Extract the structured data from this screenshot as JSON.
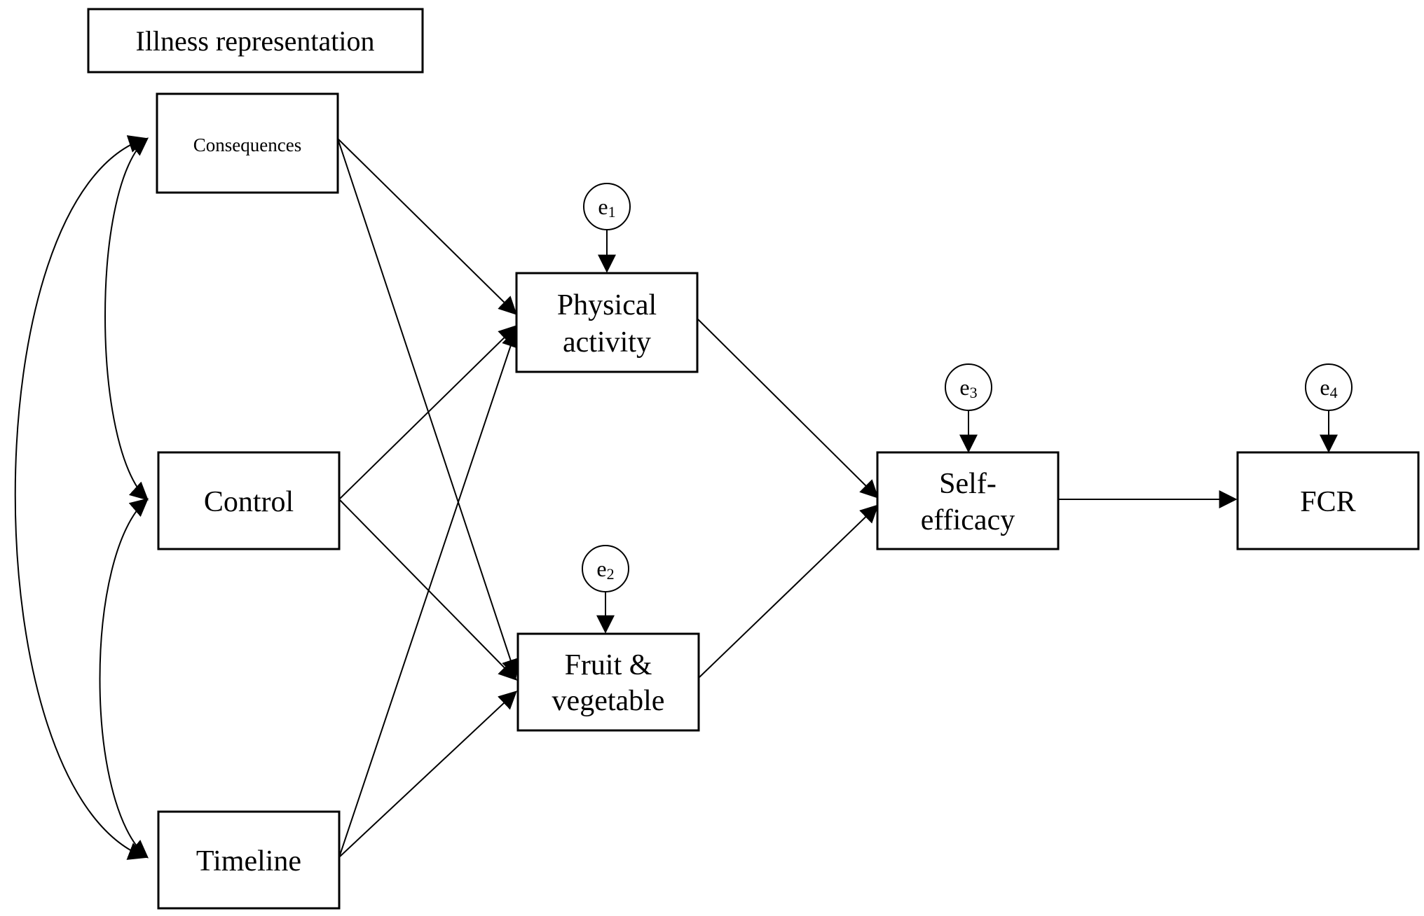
{
  "header": {
    "title": "Illness representation"
  },
  "nodes": {
    "consequences": {
      "label": "Consequences"
    },
    "control": {
      "label": "Control"
    },
    "timeline": {
      "label": "Timeline"
    },
    "physical_activity": {
      "line1": "Physical",
      "line2": "activity"
    },
    "fruit_vegetable": {
      "line1": "Fruit &",
      "line2": "vegetable"
    },
    "self_efficacy": {
      "line1": "Self-",
      "line2": "efficacy"
    },
    "fcr": {
      "label": "FCR"
    }
  },
  "errors": [
    {
      "base": "e",
      "sub": "1"
    },
    {
      "base": "e",
      "sub": "2"
    },
    {
      "base": "e",
      "sub": "3"
    },
    {
      "base": "e",
      "sub": "4"
    }
  ],
  "colors": {
    "stroke": "#000000",
    "background": "#ffffff"
  }
}
